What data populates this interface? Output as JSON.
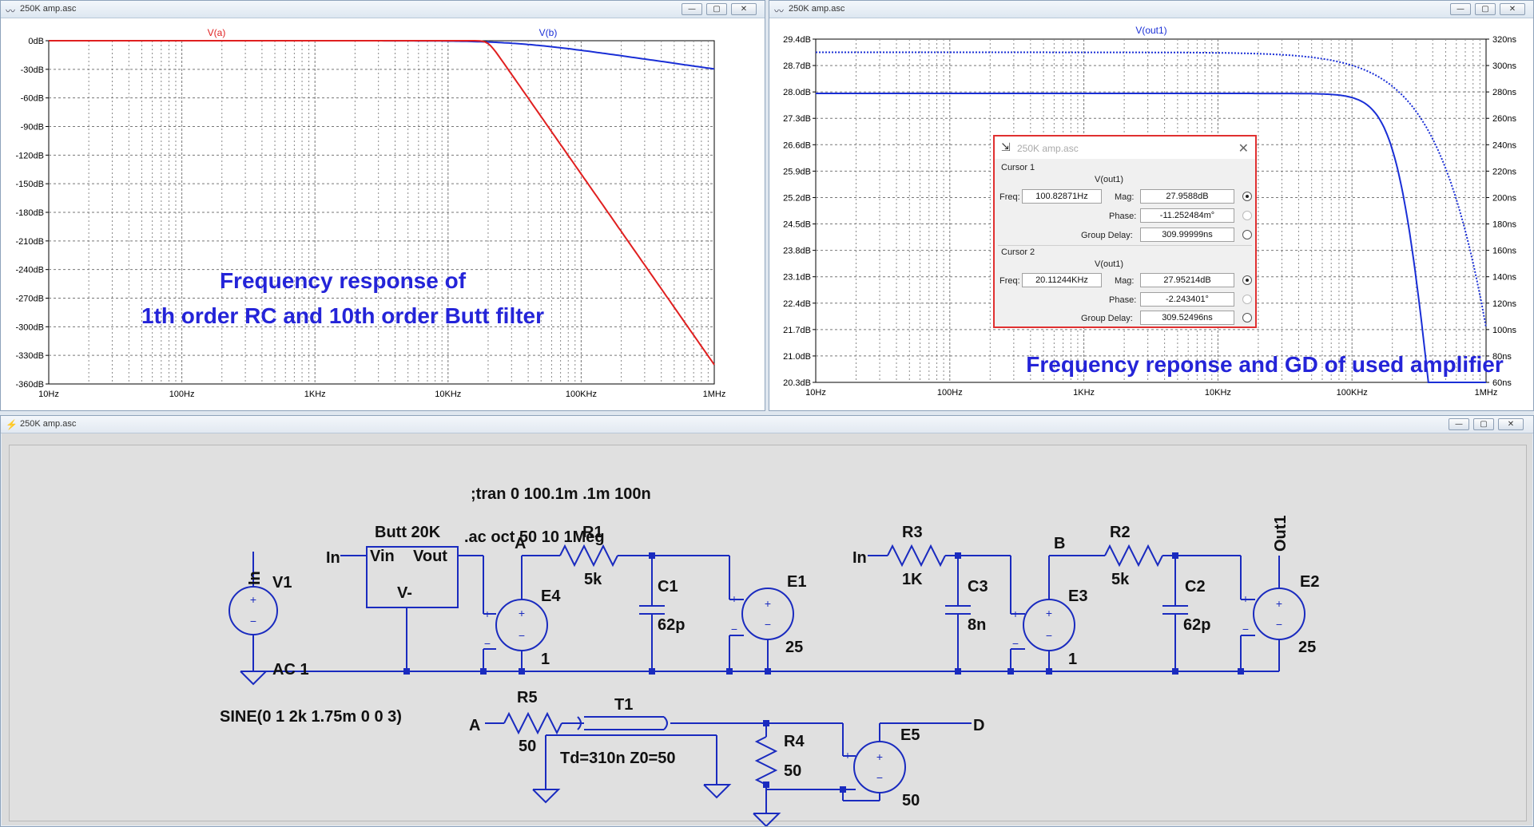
{
  "windows": {
    "top_left": {
      "title": "250K amp.asc"
    },
    "top_right": {
      "title": "250K amp.asc"
    },
    "bottom": {
      "title": "250K amp.asc"
    }
  },
  "window_buttons": {
    "minimize": "—",
    "maximize": "▢",
    "close": "✕"
  },
  "left_plot": {
    "traces": [
      {
        "name": "V(a)",
        "color": "#e02020"
      },
      {
        "name": "V(b)",
        "color": "#1a2fd6"
      }
    ],
    "y_ticks": [
      "0dB",
      "-30dB",
      "-60dB",
      "-90dB",
      "-120dB",
      "-150dB",
      "-180dB",
      "-210dB",
      "-240dB",
      "-270dB",
      "-300dB",
      "-330dB",
      "-360dB"
    ],
    "x_ticks": [
      "10Hz",
      "100Hz",
      "1KHz",
      "10KHz",
      "100KHz",
      "1MHz"
    ],
    "annotation_line1": "Frequency response of",
    "annotation_line2": "1th order RC and 10th order Butt filter",
    "annotation_color": "#2424d8"
  },
  "right_plot": {
    "trace": "V(out1)",
    "trace_color": "#1a2fd6",
    "y_left_ticks": [
      "29.4dB",
      "28.7dB",
      "28.0dB",
      "27.3dB",
      "26.6dB",
      "25.9dB",
      "25.2dB",
      "24.5dB",
      "23.8dB",
      "23.1dB",
      "22.4dB",
      "21.7dB",
      "21.0dB",
      "20.3dB"
    ],
    "y_right_ticks": [
      "320ns",
      "300ns",
      "280ns",
      "260ns",
      "240ns",
      "220ns",
      "200ns",
      "180ns",
      "160ns",
      "140ns",
      "120ns",
      "100ns",
      "80ns",
      "60ns"
    ],
    "x_ticks": [
      "10Hz",
      "100Hz",
      "1KHz",
      "10KHz",
      "100KHz",
      "1MHz"
    ],
    "annotation": "Frequency reponse and GD of used amplifier"
  },
  "cursor_dialog": {
    "title": "250K amp.asc",
    "cursor1": {
      "heading": "Cursor 1",
      "signal": "V(out1)",
      "freq_label": "Freq:",
      "freq": "100.82871Hz",
      "mag_label": "Mag:",
      "mag": "27.9588dB",
      "phase_label": "Phase:",
      "phase": "-11.252484m°",
      "gd_label": "Group Delay:",
      "gd": "309.99999ns"
    },
    "cursor2": {
      "heading": "Cursor 2",
      "signal": "V(out1)",
      "freq_label": "Freq:",
      "freq": "20.11244KHz",
      "mag_label": "Mag:",
      "mag": "27.95214dB",
      "phase_label": "Phase:",
      "phase": "-2.243401°",
      "gd_label": "Group Delay:",
      "gd": "309.52496ns"
    }
  },
  "schematic": {
    "directive_tran": ";tran 0 100.1m .1m 100n",
    "directive_ac": ".ac oct 50 10 1Meg",
    "butt": {
      "name": "Butt 20K",
      "vin": "Vin",
      "vout": "Vout",
      "vminus": "V-"
    },
    "labels": {
      "in1": "In",
      "in2": "In",
      "in_source": "In",
      "node_a": "A",
      "node_b": "B",
      "node_a2": "A",
      "node_d": "D",
      "out1": "Out1",
      "v1": "V1",
      "v1_ac": "AC 1",
      "v1_sine": "SINE(0 1 2k 1.75m 0 0 3)",
      "r1": "R1",
      "r1_val": "5k",
      "r2": "R2",
      "r2_val": "5k",
      "r3": "R3",
      "r3_val": "1K",
      "r4": "R4",
      "r4_val": "50",
      "r5": "R5",
      "r5_val": "50",
      "c1": "C1",
      "c1_val": "62p",
      "c2": "C2",
      "c2_val": "62p",
      "c3": "C3",
      "c3_val": "8n",
      "e1": "E1",
      "e1_val": "25",
      "e2": "E2",
      "e2_val": "25",
      "e3": "E3",
      "e3_val": "1",
      "e4": "E4",
      "e4_val": "1",
      "e5": "E5",
      "e5_val": "50",
      "t1": "T1",
      "t1_val": "Td=310n Z0=50",
      "plus": "+",
      "minus": "−"
    }
  }
}
